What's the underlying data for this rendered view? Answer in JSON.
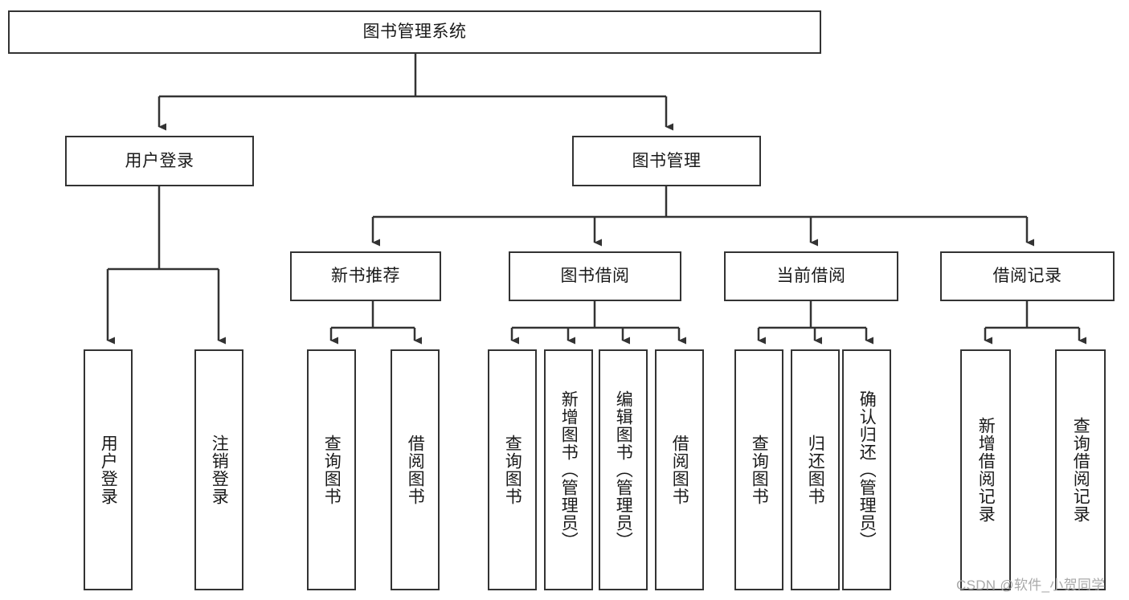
{
  "diagram": {
    "title": "图书管理系统",
    "type": "tree-hierarchy-diagram",
    "watermark": "CSDN @软件_小贺同学",
    "colors": {
      "box_border": "#333333",
      "box_fill": "#ffffff",
      "text": "#1a1a1a",
      "edge": "#333333",
      "watermark": "#a9a9a9",
      "background": "#ffffff"
    },
    "root": {
      "id": "root",
      "label": "图书管理系统",
      "orientation": "horizontal"
    },
    "level2": [
      {
        "id": "user-login",
        "label": "用户登录",
        "orientation": "horizontal"
      },
      {
        "id": "book-management",
        "label": "图书管理",
        "orientation": "horizontal"
      }
    ],
    "level3": [
      {
        "id": "new-book-recommend",
        "label": "新书推荐",
        "orientation": "horizontal",
        "parent": "book-management"
      },
      {
        "id": "book-borrow",
        "label": "图书借阅",
        "orientation": "horizontal",
        "parent": "book-management"
      },
      {
        "id": "current-borrow",
        "label": "当前借阅",
        "orientation": "horizontal",
        "parent": "book-management"
      },
      {
        "id": "borrow-record",
        "label": "借阅记录",
        "orientation": "horizontal",
        "parent": "book-management"
      }
    ],
    "leaves": [
      {
        "id": "leaf-user-login",
        "label": "用户登录",
        "orientation": "vertical",
        "parent": "user-login"
      },
      {
        "id": "leaf-logout-login",
        "label": "注销登录",
        "orientation": "vertical",
        "parent": "user-login"
      },
      {
        "id": "leaf-query-book-1",
        "label": "查询图书",
        "orientation": "vertical",
        "parent": "new-book-recommend"
      },
      {
        "id": "leaf-borrow-book-1",
        "label": "借阅图书",
        "orientation": "vertical",
        "parent": "new-book-recommend"
      },
      {
        "id": "leaf-query-book-2",
        "label": "查询图书",
        "orientation": "vertical",
        "parent": "book-borrow"
      },
      {
        "id": "leaf-add-book",
        "label": "新增图书（管理员）",
        "orientation": "vertical",
        "parent": "book-borrow"
      },
      {
        "id": "leaf-edit-book",
        "label": "编辑图书（管理员）",
        "orientation": "vertical",
        "parent": "book-borrow"
      },
      {
        "id": "leaf-borrow-book-2",
        "label": "借阅图书",
        "orientation": "vertical",
        "parent": "book-borrow"
      },
      {
        "id": "leaf-query-book-3",
        "label": "查询图书",
        "orientation": "vertical",
        "parent": "current-borrow"
      },
      {
        "id": "leaf-return-book",
        "label": "归还图书",
        "orientation": "vertical",
        "parent": "current-borrow"
      },
      {
        "id": "leaf-confirm-return",
        "label": "确认归还（管理员）",
        "orientation": "vertical",
        "parent": "current-borrow"
      },
      {
        "id": "leaf-add-record",
        "label": "新增借阅记录",
        "orientation": "vertical",
        "parent": "borrow-record"
      },
      {
        "id": "leaf-query-record",
        "label": "查询借阅记录",
        "orientation": "vertical",
        "parent": "borrow-record"
      }
    ]
  }
}
